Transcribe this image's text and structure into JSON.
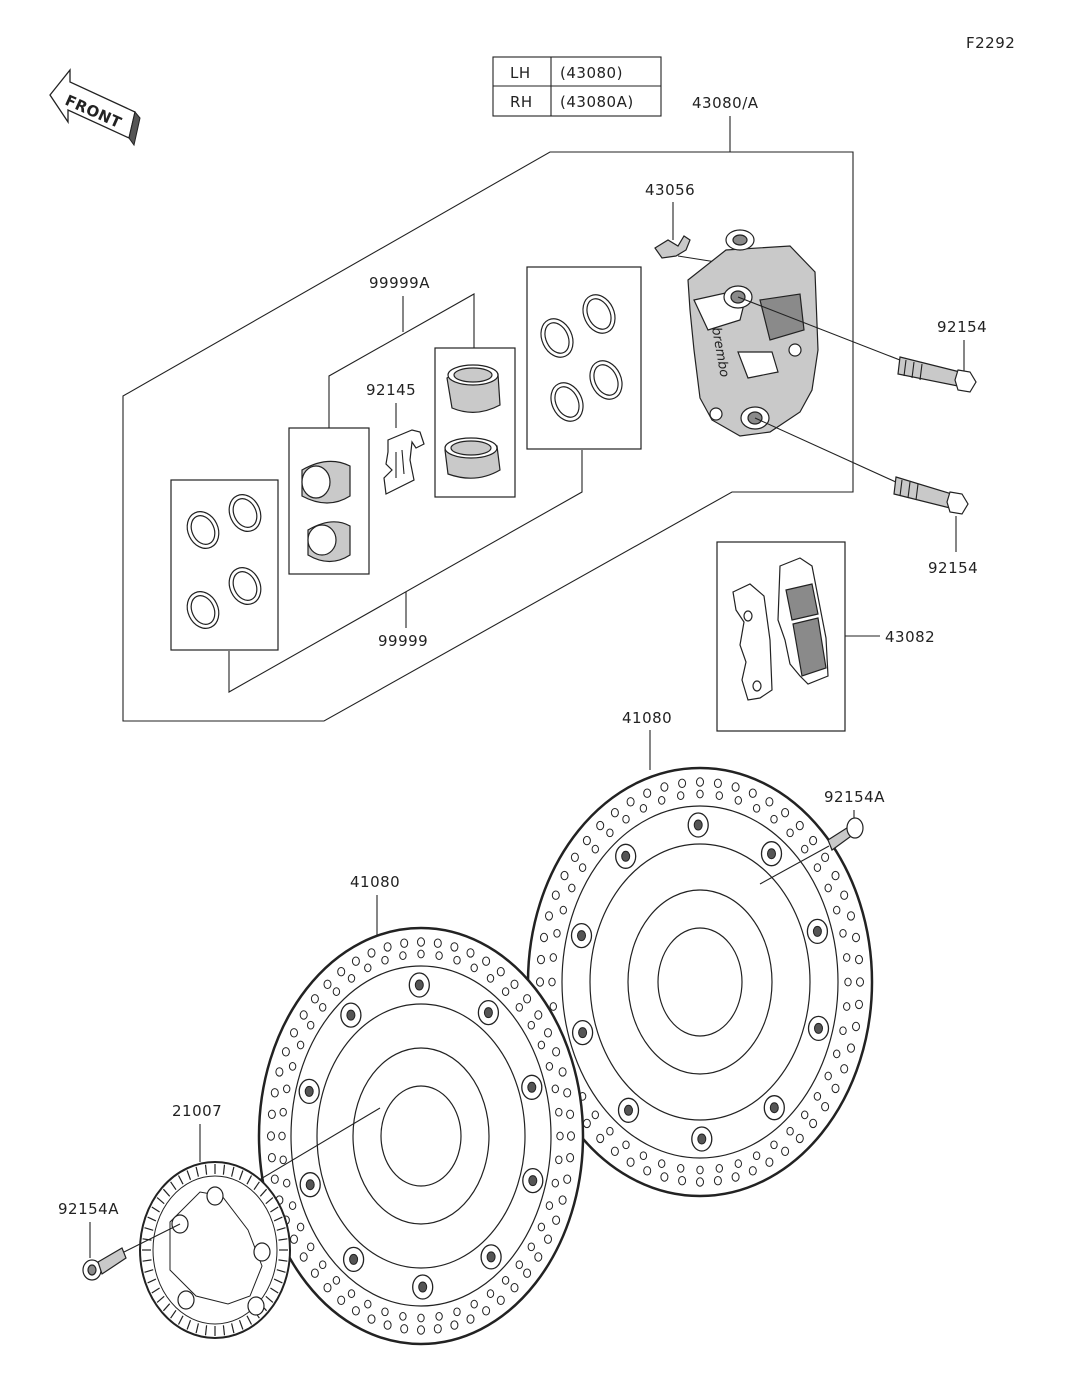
{
  "figure_code": "F2292",
  "front_arrow_text": "FRONT",
  "caliper_table": {
    "rows": [
      {
        "side": "LH",
        "code": "(43080)"
      },
      {
        "side": "RH",
        "code": "(43080A)"
      }
    ]
  },
  "brand_mark": "brembo",
  "callouts": {
    "caliper_assy": "43080/A",
    "bleeder": "43056",
    "seal_kit": "99999A",
    "pad_spring": "92145",
    "bolt_upper": "92154",
    "bolt_lower": "92154",
    "piston_kit": "99999",
    "brake_pads": "43082",
    "disc_right": "41080",
    "disc_bolt_right": "92154A",
    "disc_left": "41080",
    "sensor_rotor": "21007",
    "rotor_bolt": "92154A"
  }
}
